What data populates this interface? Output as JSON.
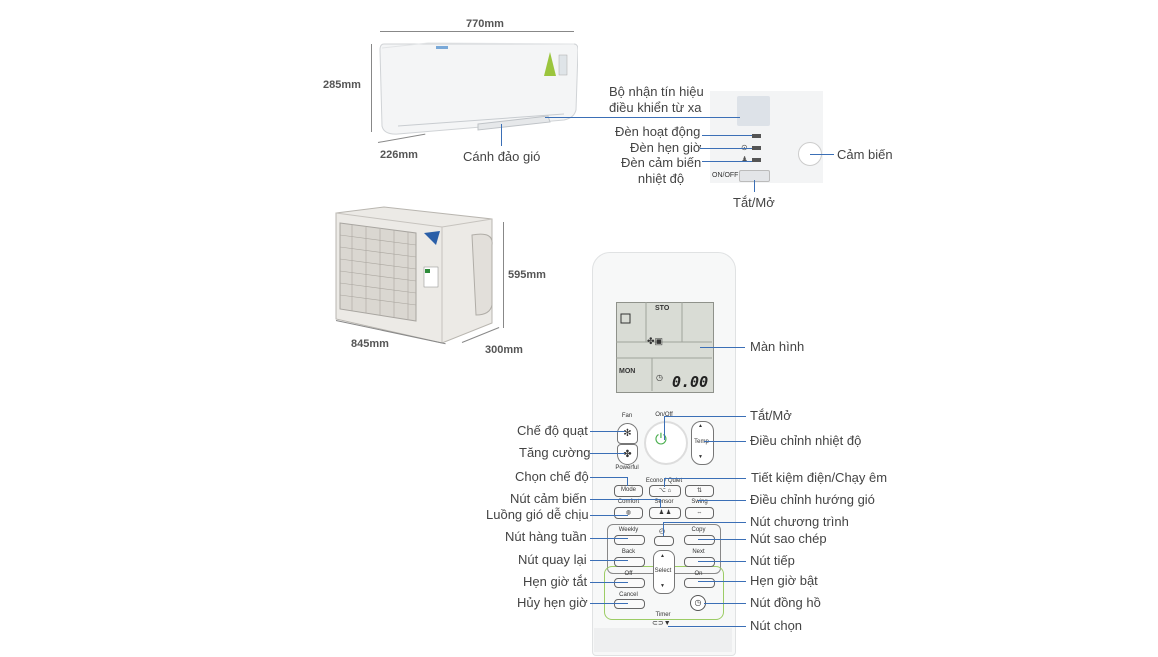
{
  "indoor_unit": {
    "width_dim": "770mm",
    "height_dim": "285mm",
    "depth_dim": "226mm",
    "louver_label": "Cánh đảo gió"
  },
  "panel": {
    "receiver_label": "Bộ nhận tín hiệu\nđiều khiển từ xa",
    "operation_lamp": "Đèn hoạt động",
    "timer_lamp": "Đèn hẹn giờ",
    "temp_sensor_lamp": "Đèn cảm biến\nnhiệt độ",
    "onoff_tag": "ON/OFF",
    "onoff_label": "Tắt/Mở",
    "sensor_label": "Cảm biến"
  },
  "outdoor_unit": {
    "height_dim": "595mm",
    "width_dim": "845mm",
    "depth_dim": "300mm"
  },
  "remote": {
    "screen": {
      "sto": "STO",
      "mon": "MON",
      "time": "0.00"
    },
    "buttons": {
      "fan": "Fan",
      "onoff": "On/Off",
      "temp": "Temp",
      "powerful": "Powerful",
      "econo_quiet": "Econo / Quiet",
      "mode": "Mode",
      "comfort": "Comfort",
      "sensor": "Sensor",
      "swing": "Swing",
      "weekly": "Weekly",
      "copy": "Copy",
      "back": "Back",
      "next": "Next",
      "select": "Select",
      "off": "Off",
      "on": "On",
      "cancel": "Cancel",
      "timer": "Timer"
    }
  },
  "labels_left": {
    "fan_mode": "Chế độ quạt",
    "powerful": "Tăng cường",
    "mode_select": "Chọn chế độ",
    "sensor_button": "Nút cảm biến",
    "comfort_airflow": "Luồng gió dễ chịu",
    "weekly_button": "Nút hàng tuần",
    "back_button": "Nút quay lại",
    "off_timer": "Hẹn giờ tắt",
    "cancel_timer": "Hủy hẹn giờ"
  },
  "labels_right": {
    "screen": "Màn hình",
    "onoff": "Tắt/Mở",
    "temp_adjust": "Điều chỉnh nhiệt độ",
    "econo_quiet": "Tiết kiệm điện/Chạy êm",
    "swing_adjust": "Điều chỉnh hướng gió",
    "program_button": "Nút chương trình",
    "copy_button": "Nút sao chép",
    "next_button": "Nút tiếp",
    "on_timer": "Hẹn giờ bật",
    "clock_button": "Nút đồng hồ",
    "select_button": "Nút chọn"
  }
}
